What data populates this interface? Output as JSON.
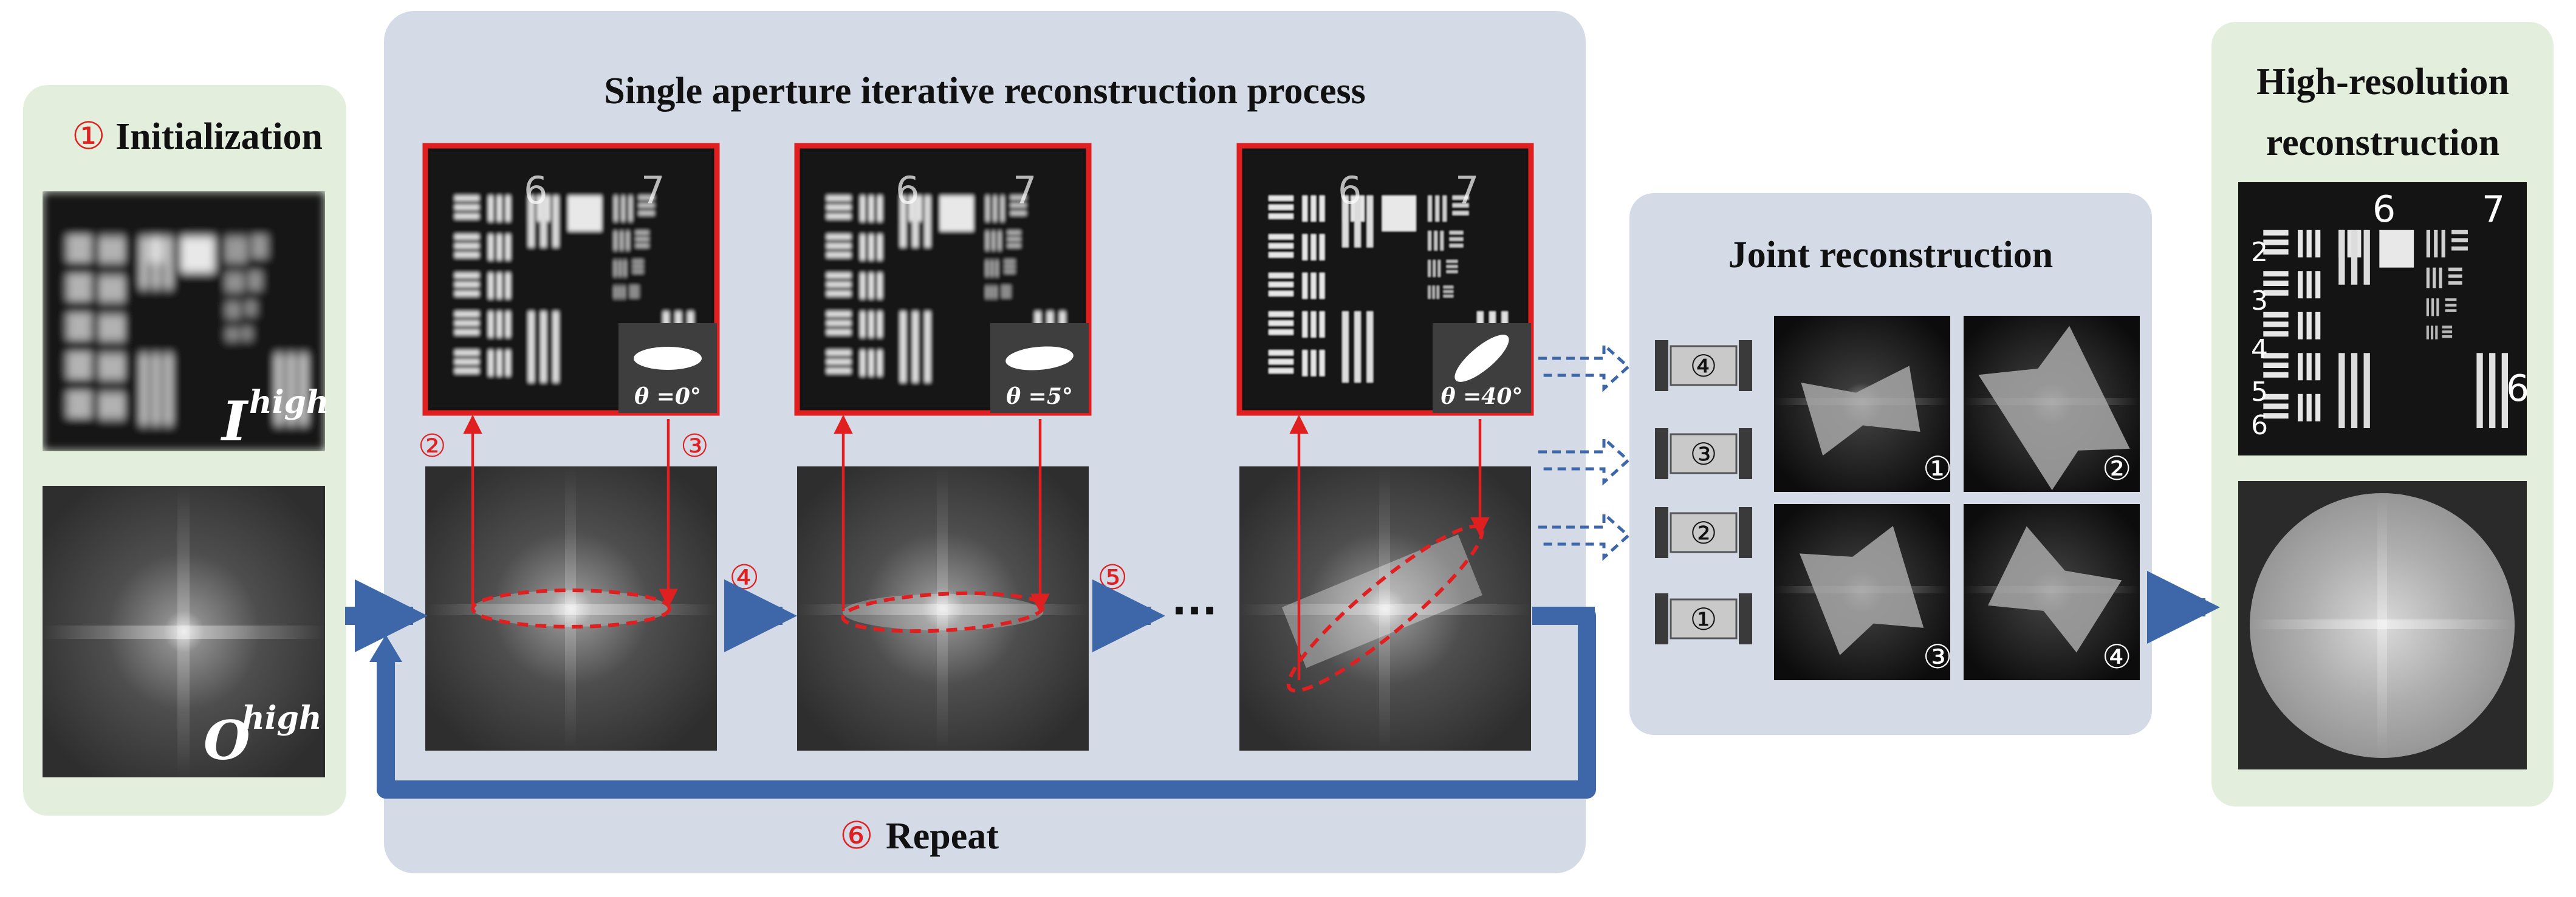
{
  "panels": {
    "init_title": "Initialization",
    "init_step": "①",
    "single_title": "Single aperture iterative reconstruction process",
    "joint_title": "Joint reconstruction",
    "hr_title_line1": "High-resolution",
    "hr_title_line2": "reconstruction"
  },
  "init_labels": {
    "i_high_base": "I",
    "i_high_sup": "high",
    "o_high_base": "O",
    "o_high_sup": "high"
  },
  "single": {
    "angles": [
      "θ =0°",
      "θ =5°",
      "θ =40°"
    ],
    "markers": {
      "m2": "②",
      "m3": "③",
      "m4": "④",
      "m5": "⑤"
    },
    "ellipsis": "···",
    "repeat_num": "⑥",
    "repeat_label": "Repeat"
  },
  "joint": {
    "aperture_labels": [
      "④",
      "③",
      "②",
      "①"
    ],
    "tile_labels": [
      "①",
      "②",
      "③",
      "④"
    ]
  },
  "target_numbers": {
    "n6": "6",
    "n7": "7",
    "n2": "2",
    "n3": "3",
    "n4": "4",
    "n5": "5",
    "n6s": "6",
    "n6r": "6"
  },
  "colors": {
    "panel_green": "#e3efdc",
    "panel_gray_blue": "#d4dbe6",
    "arrow_blue": "#3d67a8",
    "accent_red": "#e02020"
  }
}
